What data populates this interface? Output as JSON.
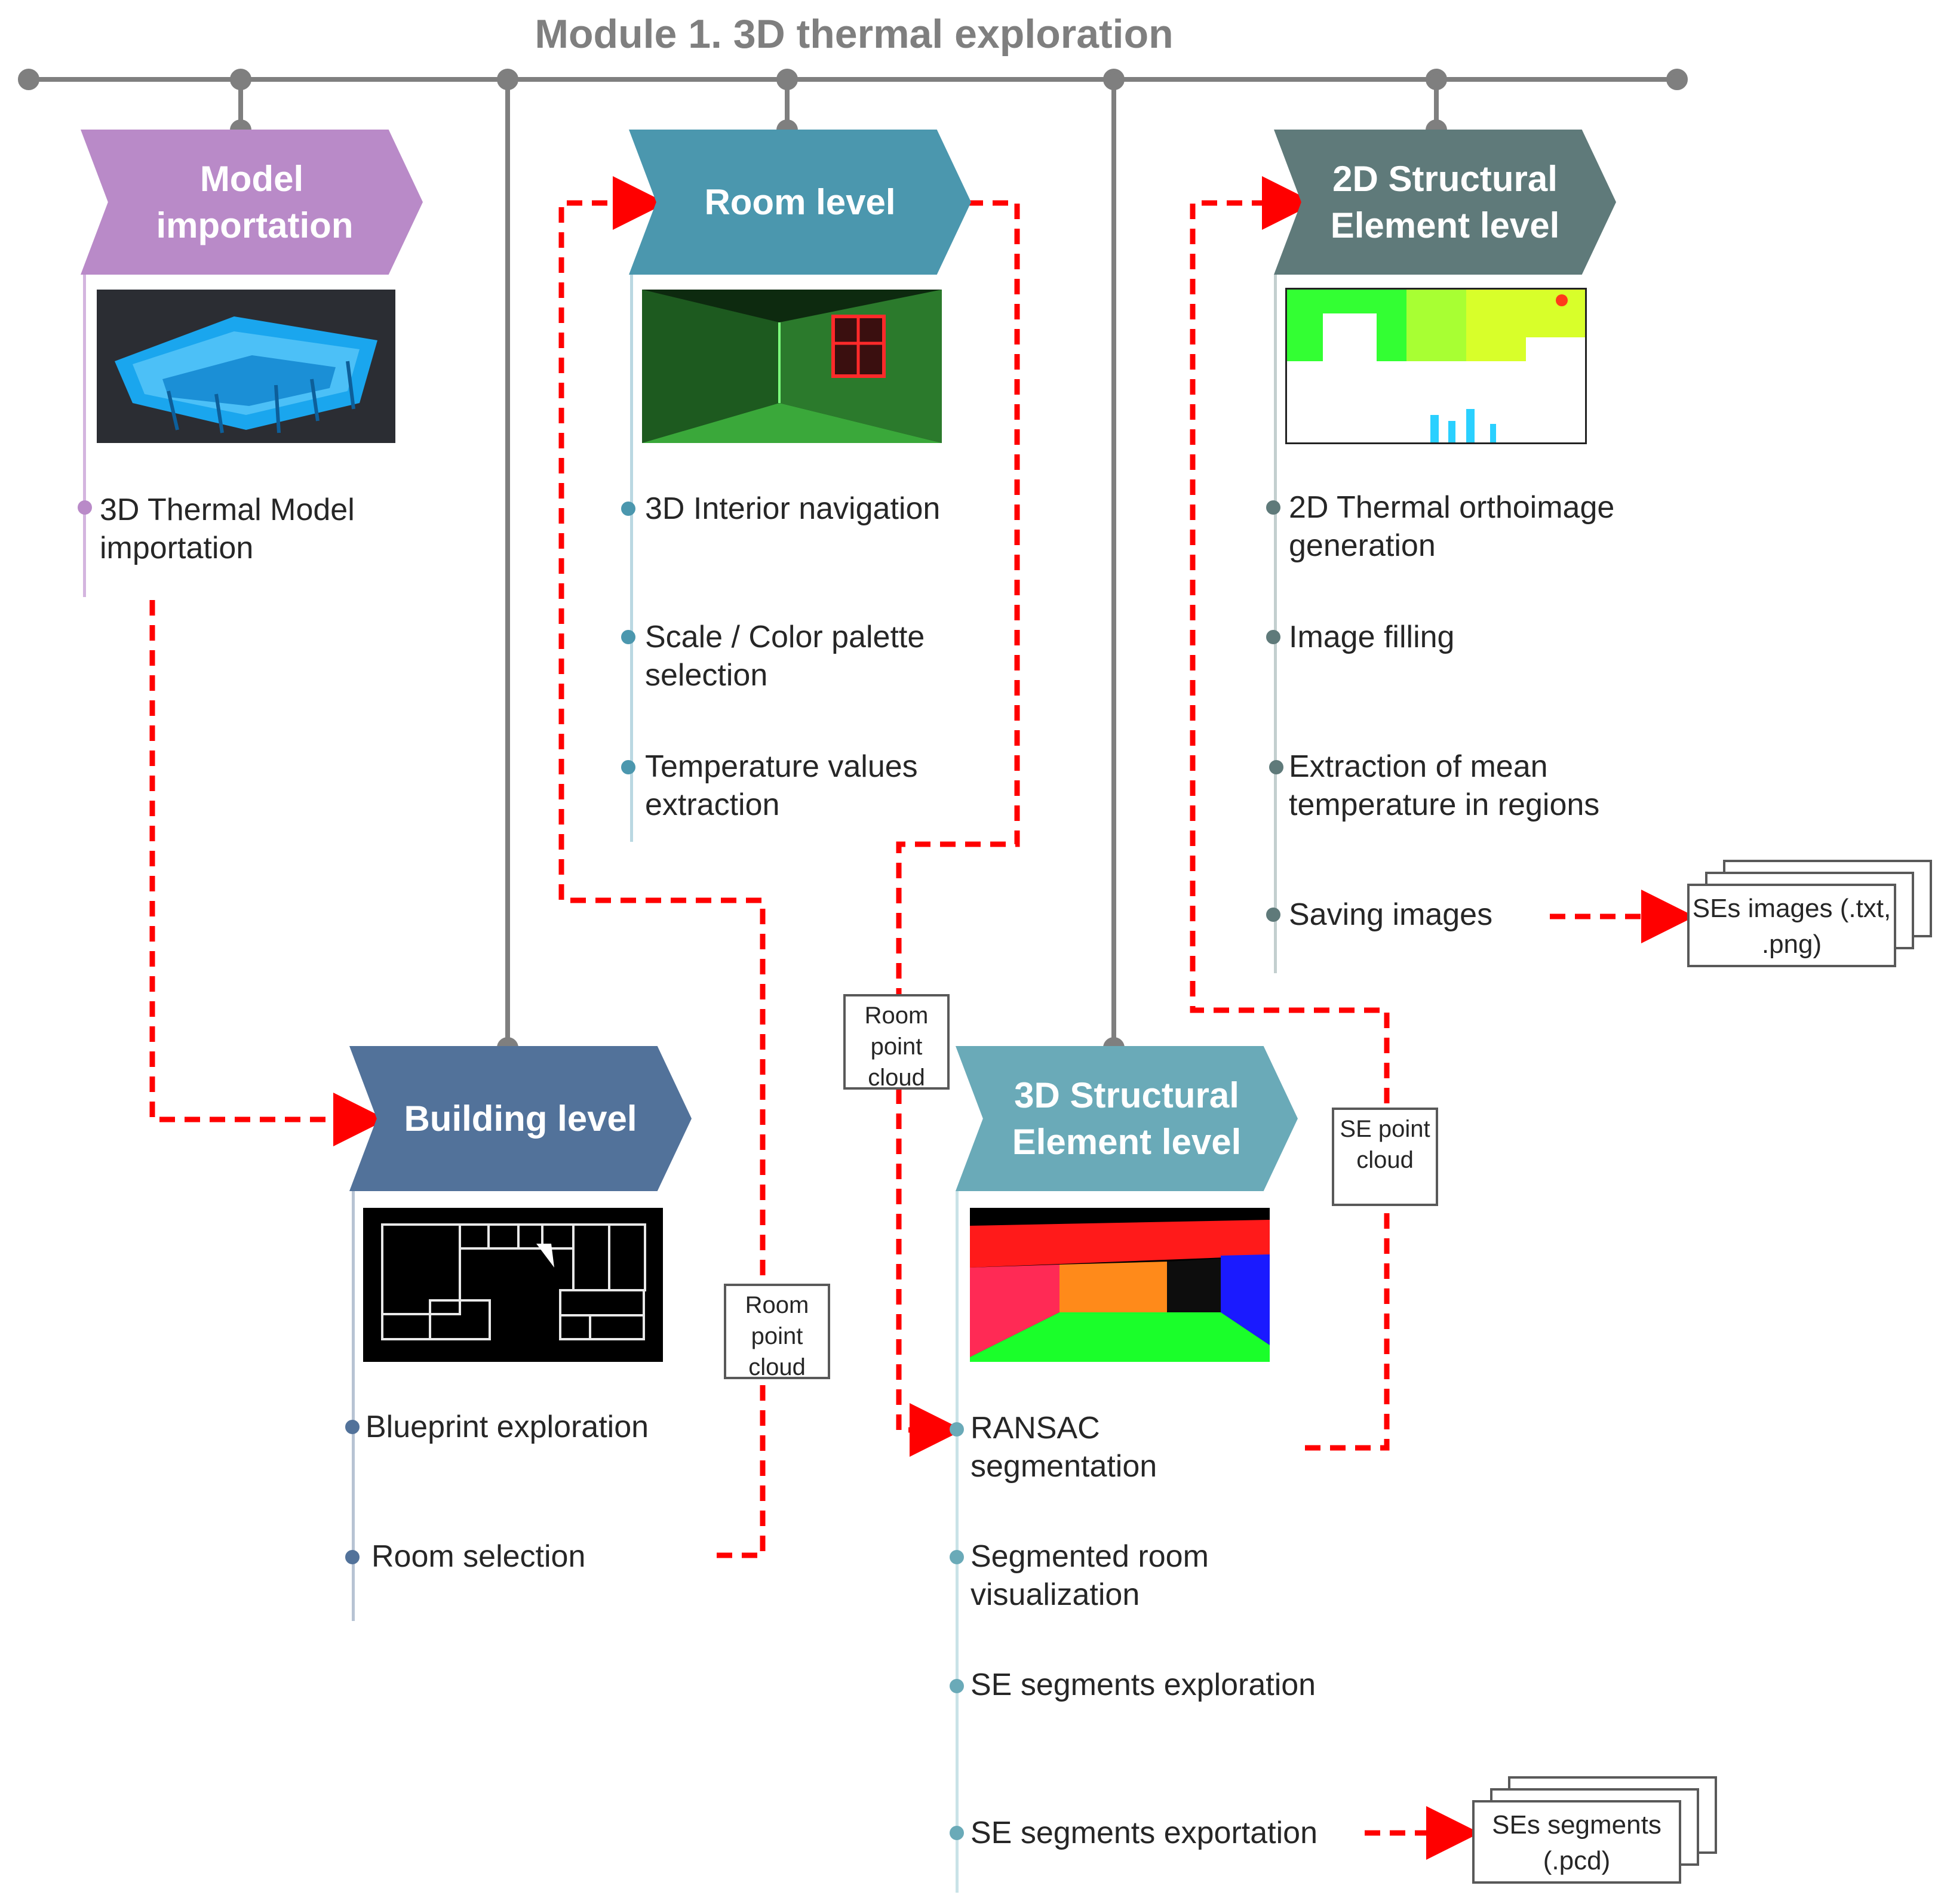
{
  "title": "Module 1. 3D thermal exploration",
  "colors": {
    "timeline": "#7f7f7f",
    "flow_arrow": "#ff0000",
    "model": "#b98ac8",
    "building": "#52729a",
    "room": "#4b97ae",
    "structural_3d": "#6aaab8",
    "structural_2d": "#5f7a7a"
  },
  "stages": {
    "model": {
      "header": "Model importation",
      "items": [
        "3D Thermal Model importation"
      ]
    },
    "building": {
      "header": "Building level",
      "items": [
        "Blueprint exploration",
        "Room selection"
      ]
    },
    "room": {
      "header": "Room level",
      "items": [
        "3D Interior navigation",
        "Scale / Color palette selection",
        "Temperature values extraction"
      ]
    },
    "structural_3d": {
      "header": "3D Structural Element level",
      "items": [
        "RANSAC segmentation",
        "Segmented room visualization",
        "SE segments exploration",
        "SE segments exportation"
      ]
    },
    "structural_2d": {
      "header": "2D Structural Element level",
      "items": [
        "2D Thermal orthoimage generation",
        "Image filling",
        "Extraction of mean temperature in regions",
        "Saving images"
      ]
    }
  },
  "notes": {
    "room_point_cloud_a": "Room point cloud",
    "room_point_cloud_b": "Room point cloud",
    "se_point_cloud": "SE point cloud"
  },
  "outputs": {
    "ses_images": "SEs images (.txt, .png)",
    "ses_segments": "SEs segments (.pcd)"
  }
}
